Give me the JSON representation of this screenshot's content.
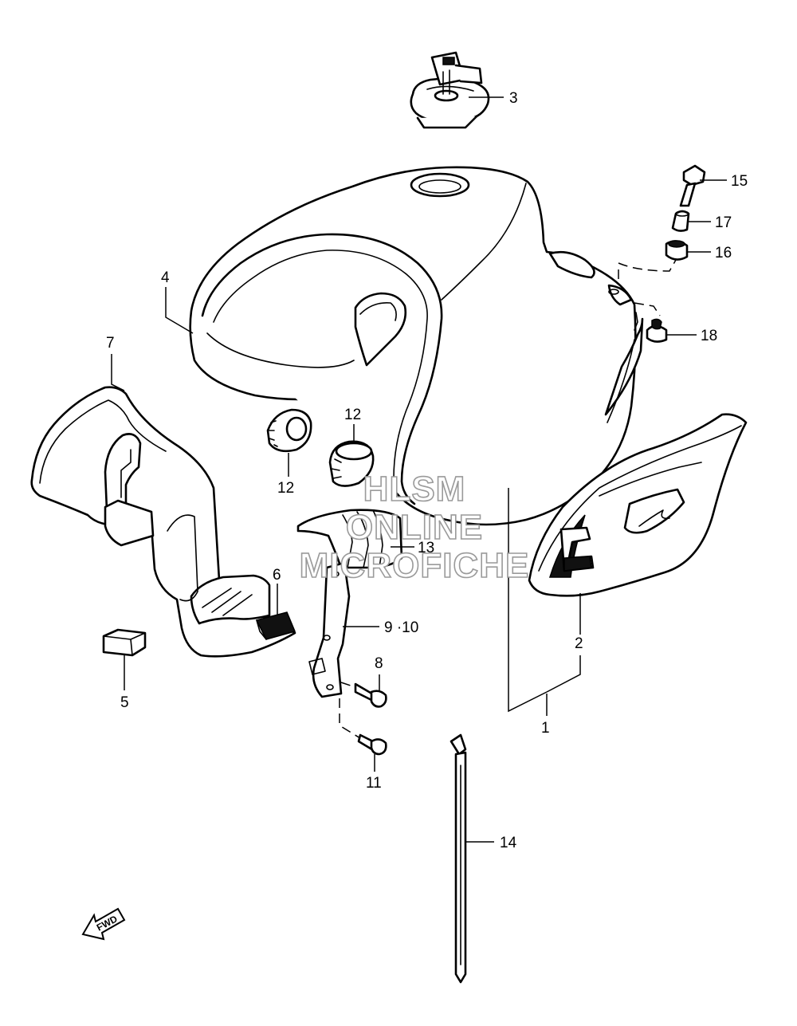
{
  "callouts": {
    "c1": "1",
    "c2": "2",
    "c3": "3",
    "c4": "4",
    "c5": "5",
    "c6": "6",
    "c7": "7",
    "c8": "8",
    "c9_10": "9 ·10",
    "c11": "11",
    "c12a": "12",
    "c12b": "12",
    "c13": "13",
    "c14": "14",
    "c15": "15",
    "c16": "16",
    "c17": "17",
    "c18": "18"
  },
  "watermark": {
    "line1": "HLSM",
    "line2": "ONLINE",
    "line3": "MICROFICHE"
  },
  "fwd_arrow": {
    "label": "FWD",
    "icon": "forward-arrow-icon"
  }
}
